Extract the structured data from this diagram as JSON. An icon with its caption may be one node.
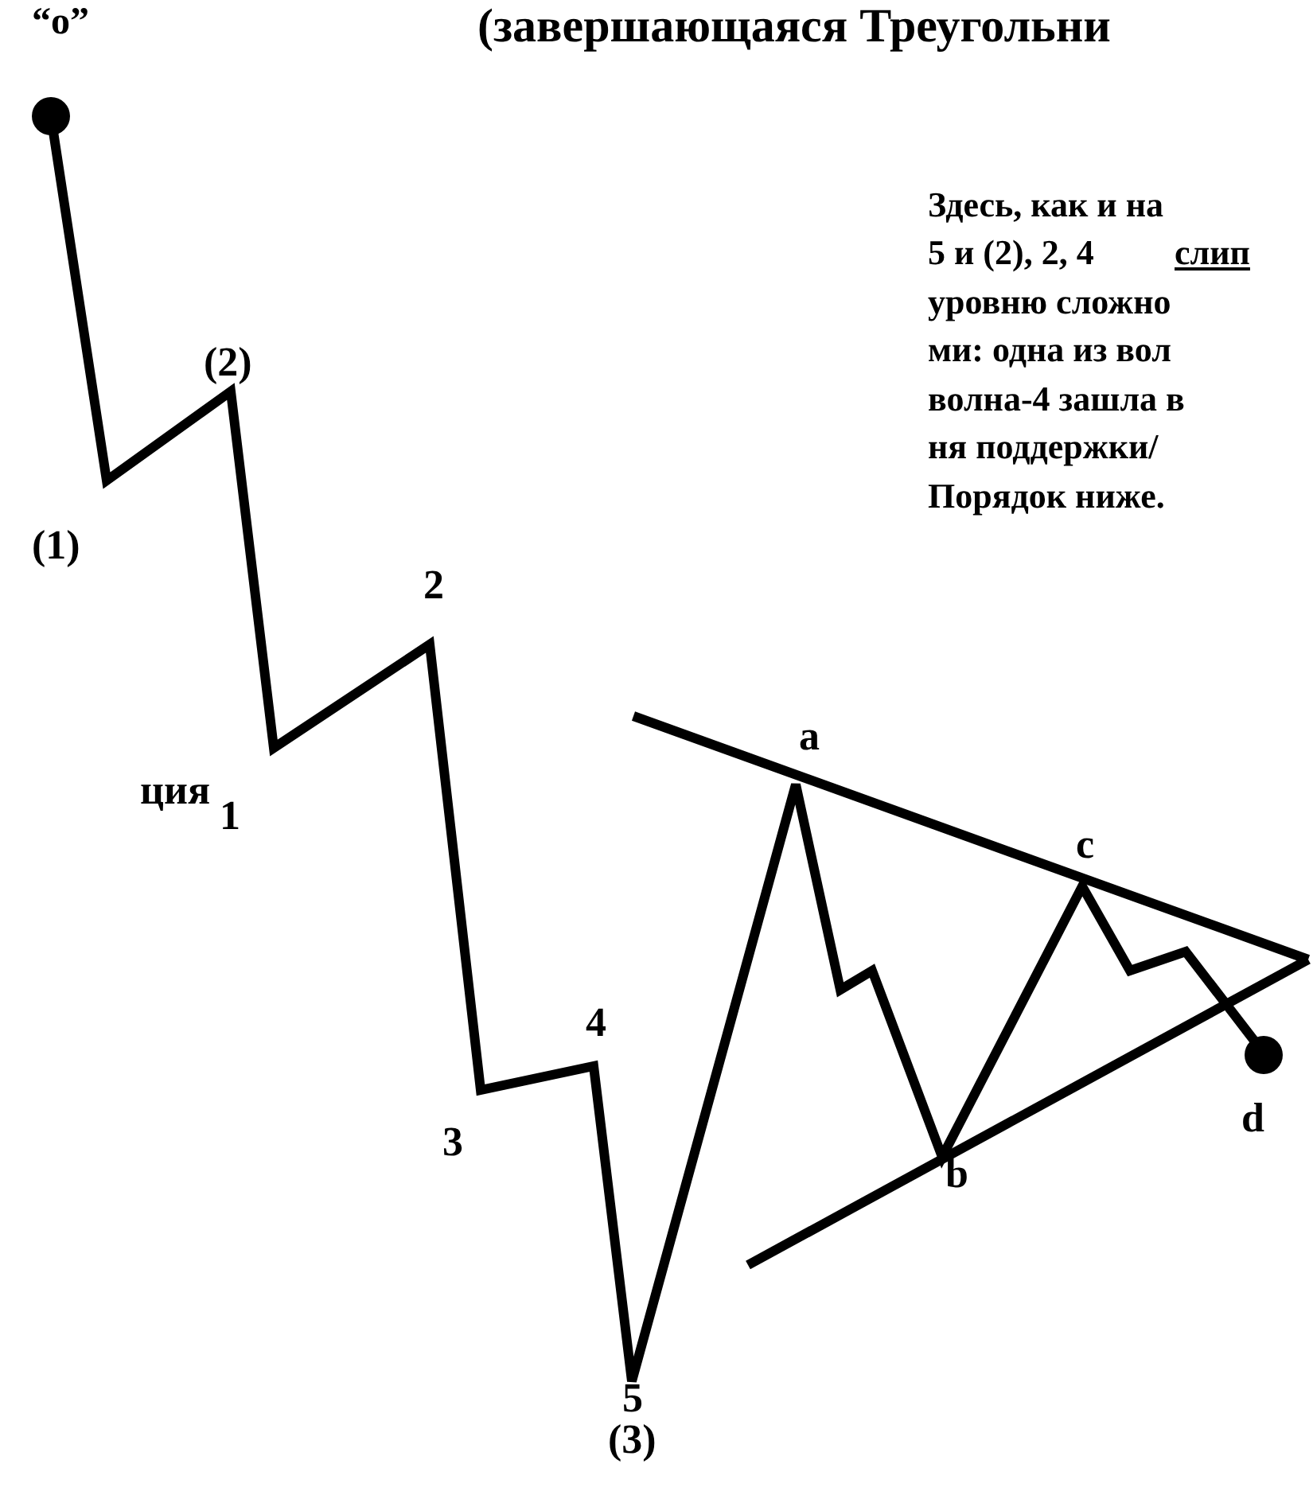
{
  "diagram": {
    "labels": [
      "“o”",
      "(завершающаяся Треугольни",
      "Здесь, как и на",
      "5 и (2), 2, 4",
      "слип",
      "уровню сложно",
      "ми: одна из вол",
      "волна-4 зашла в",
      "ня поддержки/",
      "Порядок ниже.",
      "(2)",
      "(1)",
      "2",
      "ция",
      "1",
      "a",
      "c",
      "4",
      "3",
      "d",
      "b",
      "5",
      "(3)"
    ]
  }
}
